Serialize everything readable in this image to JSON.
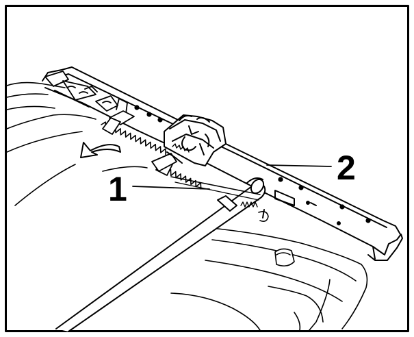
{
  "callouts": [
    {
      "label": "1",
      "part": "release-bar"
    },
    {
      "label": "2",
      "part": "seat-rail"
    }
  ],
  "arrow_direction": "counter-clockwise",
  "colors": {
    "ink": "#000000",
    "paper": "#ffffff"
  }
}
